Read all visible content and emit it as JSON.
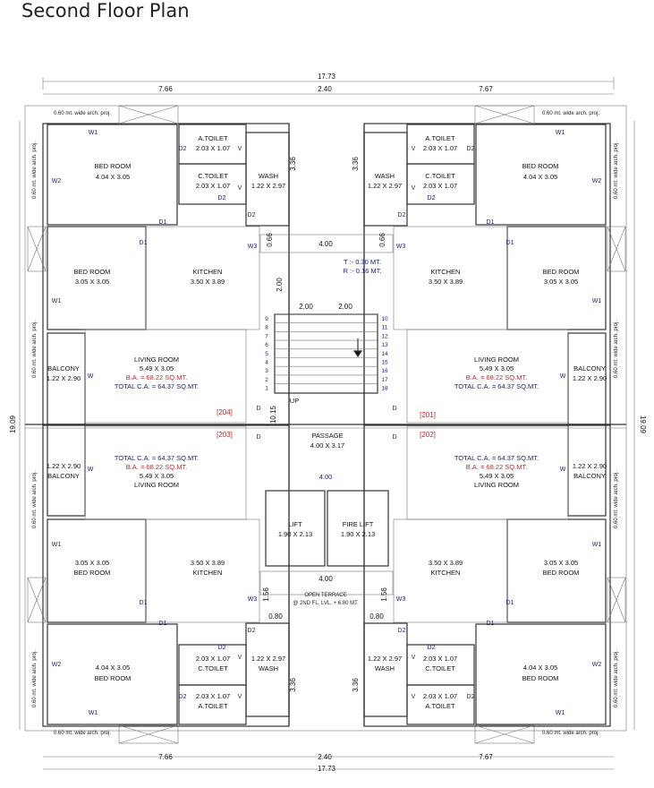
{
  "title": "Second Floor Plan",
  "dimensions": {
    "overall_width": "17.73",
    "overall_depth": "19.09",
    "left_width": "7.66",
    "right_width": "7.67",
    "center_width": "2.40",
    "wash_depth": "3.36",
    "gap_066": "0.66",
    "gap_156": "1.56",
    "gap_080": "0.80",
    "lobby_4": "4.00",
    "stair_200": "2.00",
    "passage_height": "10.15"
  },
  "projection_label": "0.60 mt. wide arch. proj.",
  "rooms": {
    "bed_room": "BED ROOM",
    "bed_big_size": "4.04 X 3.05",
    "bed_small_size": "3.05 X 3.05",
    "a_toilet": "A.TOILET",
    "c_toilet": "C.TOILET",
    "toilet_size": "2.03 X 1.07",
    "wash": "WASH",
    "wash_size": "1.22 X 2.97",
    "kitchen": "KITCHEN",
    "kitchen_size": "3.50 X 3.89",
    "living_room": "LIVING ROOM",
    "living_size": "5.49 X 3.05",
    "balcony": "BALCONY",
    "balcony_size": "1.22 X 2.90",
    "ba": "B.A. = 68.22 SQ.MT.",
    "ca": "TOTAL C.A. = 64.37 SQ.MT.",
    "passage": "PASSAGE",
    "passage_size": "4.00 X 3.17",
    "lift": "LIFT",
    "fire_lift": "FIRE LIFT",
    "lift_size": "1.90 X 2.13",
    "open_terrace": "OPEN TERRACE",
    "terrace_level": "@ 2ND FL. LVL. + 6.80 MT."
  },
  "units": {
    "u204": "[204]",
    "u201": "[201]",
    "u203": "[203]",
    "u202": "[202]"
  },
  "stair": {
    "tread": "T :- 0.30 MT.",
    "riser": "R :- 0.16 MT.",
    "up": "UP",
    "left_steps": [
      "9",
      "8",
      "7",
      "6",
      "5",
      "4",
      "3",
      "2",
      "1"
    ],
    "right_steps": [
      "10",
      "11",
      "12",
      "13",
      "14",
      "15",
      "16",
      "17",
      "18"
    ]
  },
  "labels": {
    "D": "D",
    "D1": "D1",
    "D2": "D2",
    "W": "W",
    "W1": "W1",
    "W2": "W2",
    "W3": "W3",
    "V": "V"
  }
}
